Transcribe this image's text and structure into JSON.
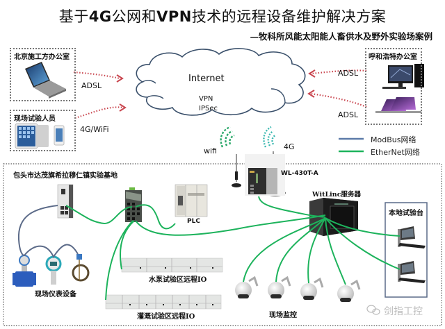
{
  "header": {
    "title_part1": "基于",
    "title_bold1": "4G",
    "title_part2": "公网和",
    "title_bold2": "VPN",
    "title_part3": "技术的远程设备维护解决方案",
    "subtitle": "—牧科所风能太阳能人畜供水及野外实验场案例"
  },
  "remote_sites": {
    "beijing_office": {
      "label": "北京施工方办公室",
      "device": "laptop",
      "link": "ADSL"
    },
    "field_staff": {
      "label": "现场试验人员",
      "devices": [
        "tablet",
        "smartphone"
      ],
      "link": "4G/WiFi"
    },
    "hohhot_office": {
      "label": "呼和浩特办公室",
      "devices": [
        "desktop-pc",
        "laptops"
      ],
      "links": [
        "ADSL",
        "ADSL"
      ]
    }
  },
  "cloud": {
    "title": "Internet",
    "line1": "VPN",
    "line2": "IPSec"
  },
  "wireless": {
    "wifi_label": "wifi",
    "cellular_label": "4G"
  },
  "legend": {
    "items": [
      {
        "label": "ModBus网络",
        "color": "#5b7aa8"
      },
      {
        "label": "EtherNet网络",
        "color": "#1db35c"
      }
    ]
  },
  "site": {
    "label": "包头市达茂旗希拉穆仁镇实验基地",
    "gateway": "WL-430T-A",
    "server": "WitLinc服务器",
    "plc": "PLC",
    "instruments": "现场仪表设备",
    "pump_io": "水泵试验区远程IO",
    "irrigation_io": "灌溉试验区远程IO",
    "cameras": "现场监控",
    "local_bench": "本地试验台"
  },
  "watermark": "剑指工控",
  "colors": {
    "ethernet": "#1db35c",
    "modbus": "#5b7aa8",
    "remote_link": "#c9464f",
    "cloud_stroke": "#3a506b",
    "wifi_signal": "#2aa86a",
    "cellular_signal": "#3ab8b0"
  }
}
